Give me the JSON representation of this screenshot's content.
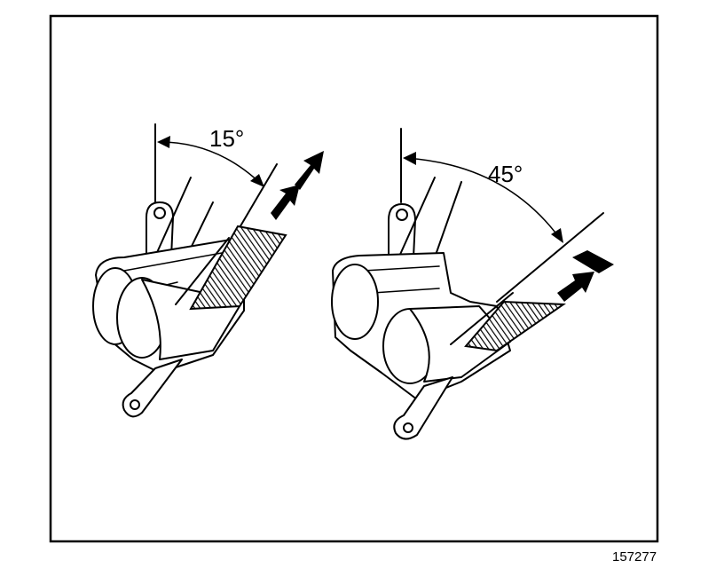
{
  "figure": {
    "left_view": {
      "angle_label": "15°"
    },
    "right_view": {
      "angle_label": "45°"
    },
    "reference_number": "157277"
  }
}
